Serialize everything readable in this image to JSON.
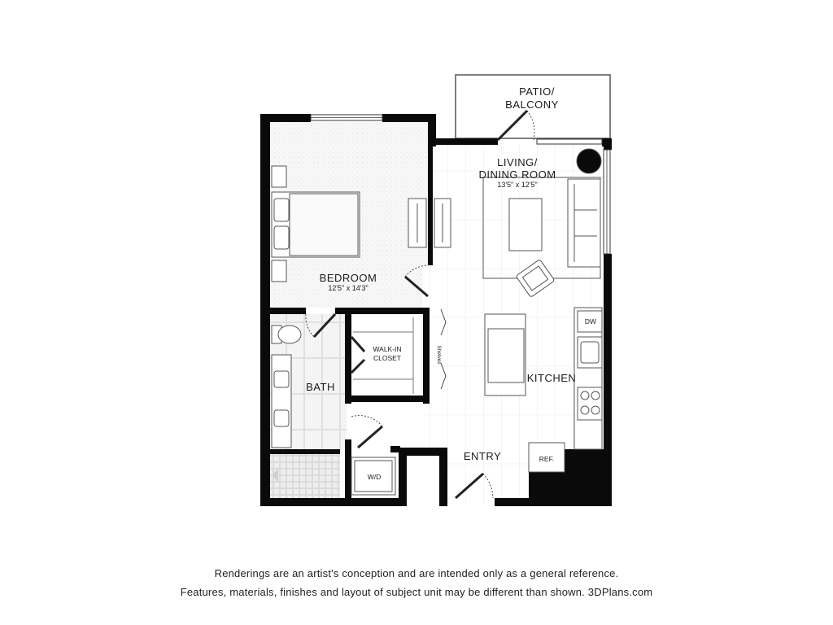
{
  "rooms": {
    "patio": {
      "line1": "PATIO/",
      "line2": "BALCONY"
    },
    "living": {
      "line1": "LIVING/",
      "line2": "DINING ROOM",
      "dims": "13'5\" x 12'5\""
    },
    "bedroom": {
      "name": "BEDROOM",
      "dims": "12'5\" x 14'3\""
    },
    "closet": {
      "line1": "WALK-IN",
      "line2": "CLOSET"
    },
    "bath": {
      "name": "BATH"
    },
    "kitchen": {
      "name": "KITCHEN"
    },
    "entry": {
      "name": "ENTRY"
    }
  },
  "fixtures": {
    "dw": "DW",
    "ref": "REF.",
    "wd": "W/D",
    "shelves": "Shelves"
  },
  "disclaimer": {
    "line1": "Renderings are an artist's conception and are intended only as a general reference.",
    "line2": "Features, materials, finishes and layout of subject unit may be different than shown. 3DPlans.com"
  }
}
